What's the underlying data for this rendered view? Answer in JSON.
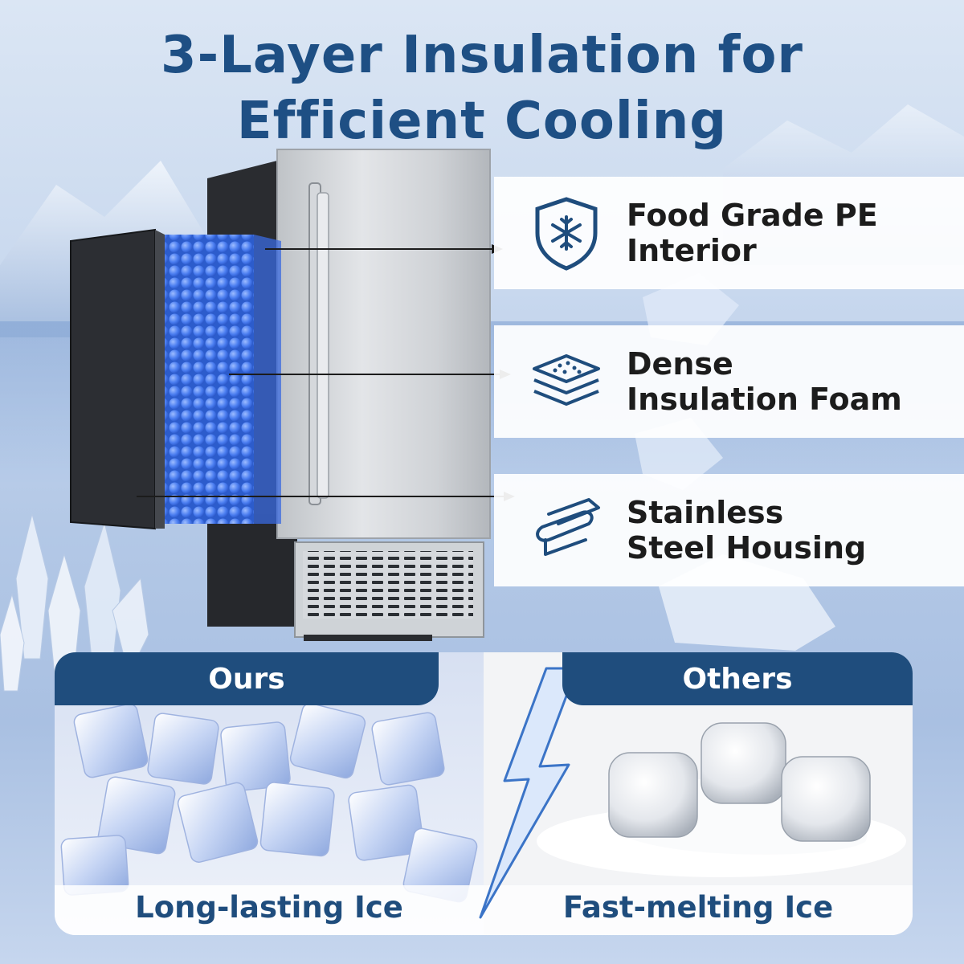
{
  "title": {
    "line1": "3-Layer Insulation for",
    "line2": "Efficient Cooling"
  },
  "features": [
    {
      "line1": "Food Grade PE",
      "line2": "Interior",
      "icon": "shield-snowflake-icon"
    },
    {
      "line1": "Dense",
      "line2": "Insulation Foam",
      "icon": "foam-layers-icon"
    },
    {
      "line1": "Stainless",
      "line2": "Steel Housing",
      "icon": "steel-sheet-icon"
    }
  ],
  "comparison": {
    "ours_label": "Ours",
    "others_label": "Others",
    "ours_caption": "Long-lasting Ice",
    "others_caption": "Fast-melting Ice"
  },
  "colors": {
    "accent": "#1f4d7d",
    "title": "#1e4f84",
    "foam_blue": "#4a7df0"
  }
}
